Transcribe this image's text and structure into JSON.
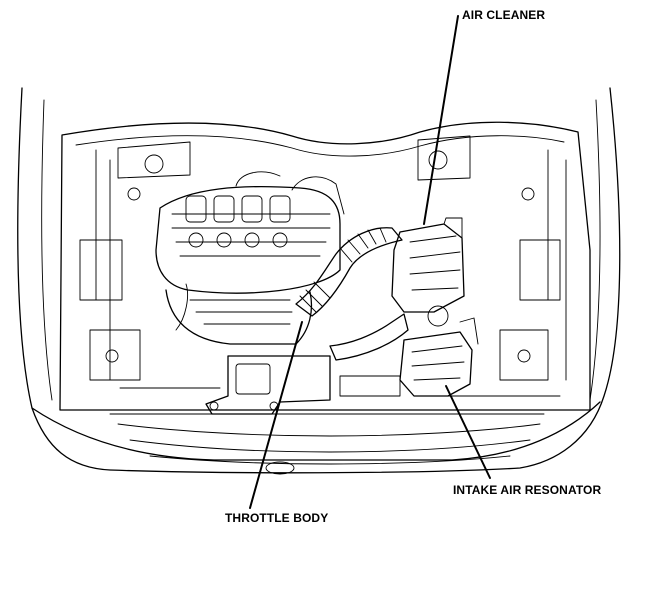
{
  "labels": {
    "air_cleaner": "AIR CLEANER",
    "intake_air_resonator": "INTAKE AIR RESONATOR",
    "throttle_body": "THROTTLE BODY"
  }
}
